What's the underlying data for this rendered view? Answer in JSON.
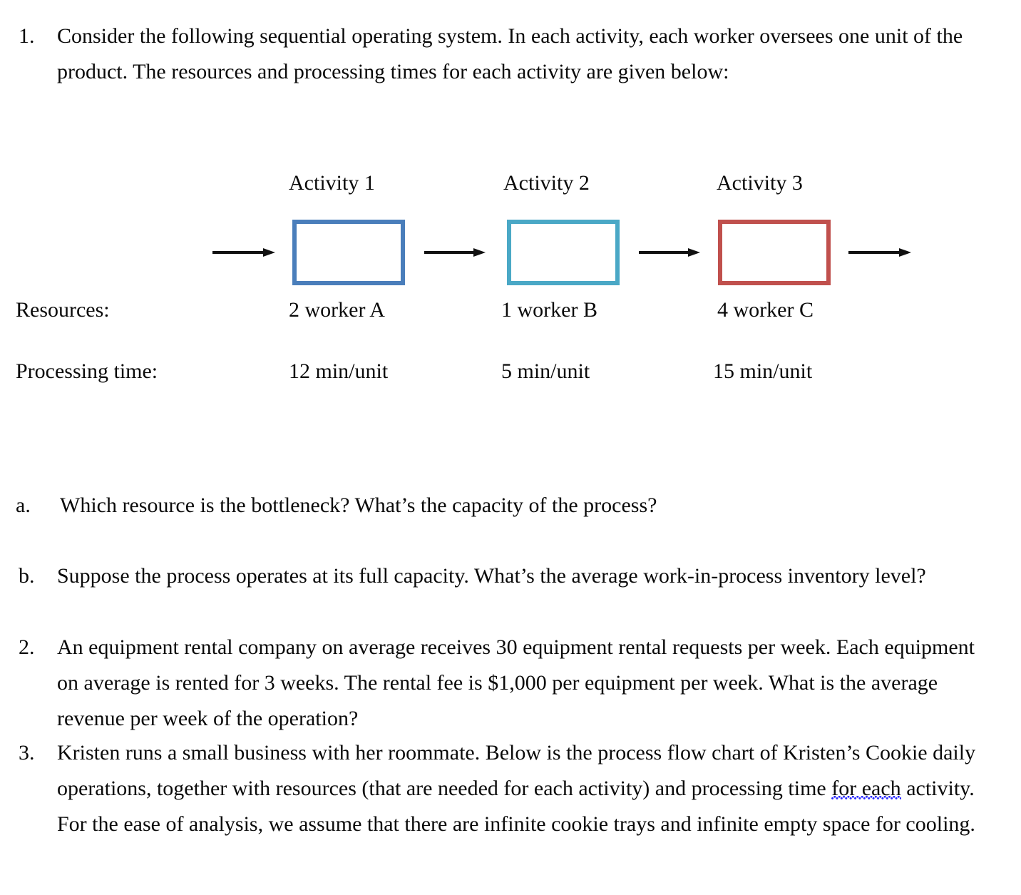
{
  "document": {
    "questions": [
      {
        "marker": "1.",
        "text": "Consider the following sequential operating system. In each activity, each worker oversees one unit of the product. The resources and processing times for each activity are given below:"
      },
      {
        "marker": "a.",
        "text": "Which resource is the bottleneck?  What’s the capacity of the process?"
      },
      {
        "marker": "b.",
        "text": "Suppose the process operates at its full capacity. What’s the average work-in-process inventory level?"
      },
      {
        "marker": "2.",
        "text": "An equipment rental company on average receives 30 equipment rental requests per week.  Each equipment on average is rented for 3 weeks.  The rental fee is $1,000 per equipment per week.  What is the average revenue per week of the operation?"
      },
      {
        "marker": "3.",
        "text_part1": "Kristen runs a small business with her roommate. Below is the process flow chart of Kristen’s Cookie daily operations, together with resources (that are needed for each activity) and processing time ",
        "text_misspelled": "for each",
        "text_part2": " activity.  For the ease of analysis, we assume that there are infinite cookie trays and infinite empty space for cooling."
      }
    ]
  },
  "diagram": {
    "row_labels": {
      "resources": "Resources:",
      "processing_time": "Processing time:"
    },
    "activities": [
      {
        "title": "Activity 1",
        "resource": "2 worker A",
        "processing_time": "12 min/unit",
        "color": "#4a7ebb"
      },
      {
        "title": "Activity 2",
        "resource": "1 worker B",
        "processing_time": "5 min/unit",
        "color": "#4aa8c6"
      },
      {
        "title": "Activity 3",
        "resource": "4 worker C",
        "processing_time": "15 min/unit",
        "color": "#c0504d"
      }
    ],
    "arrow_count": 4,
    "arrow_color": "#111111"
  }
}
